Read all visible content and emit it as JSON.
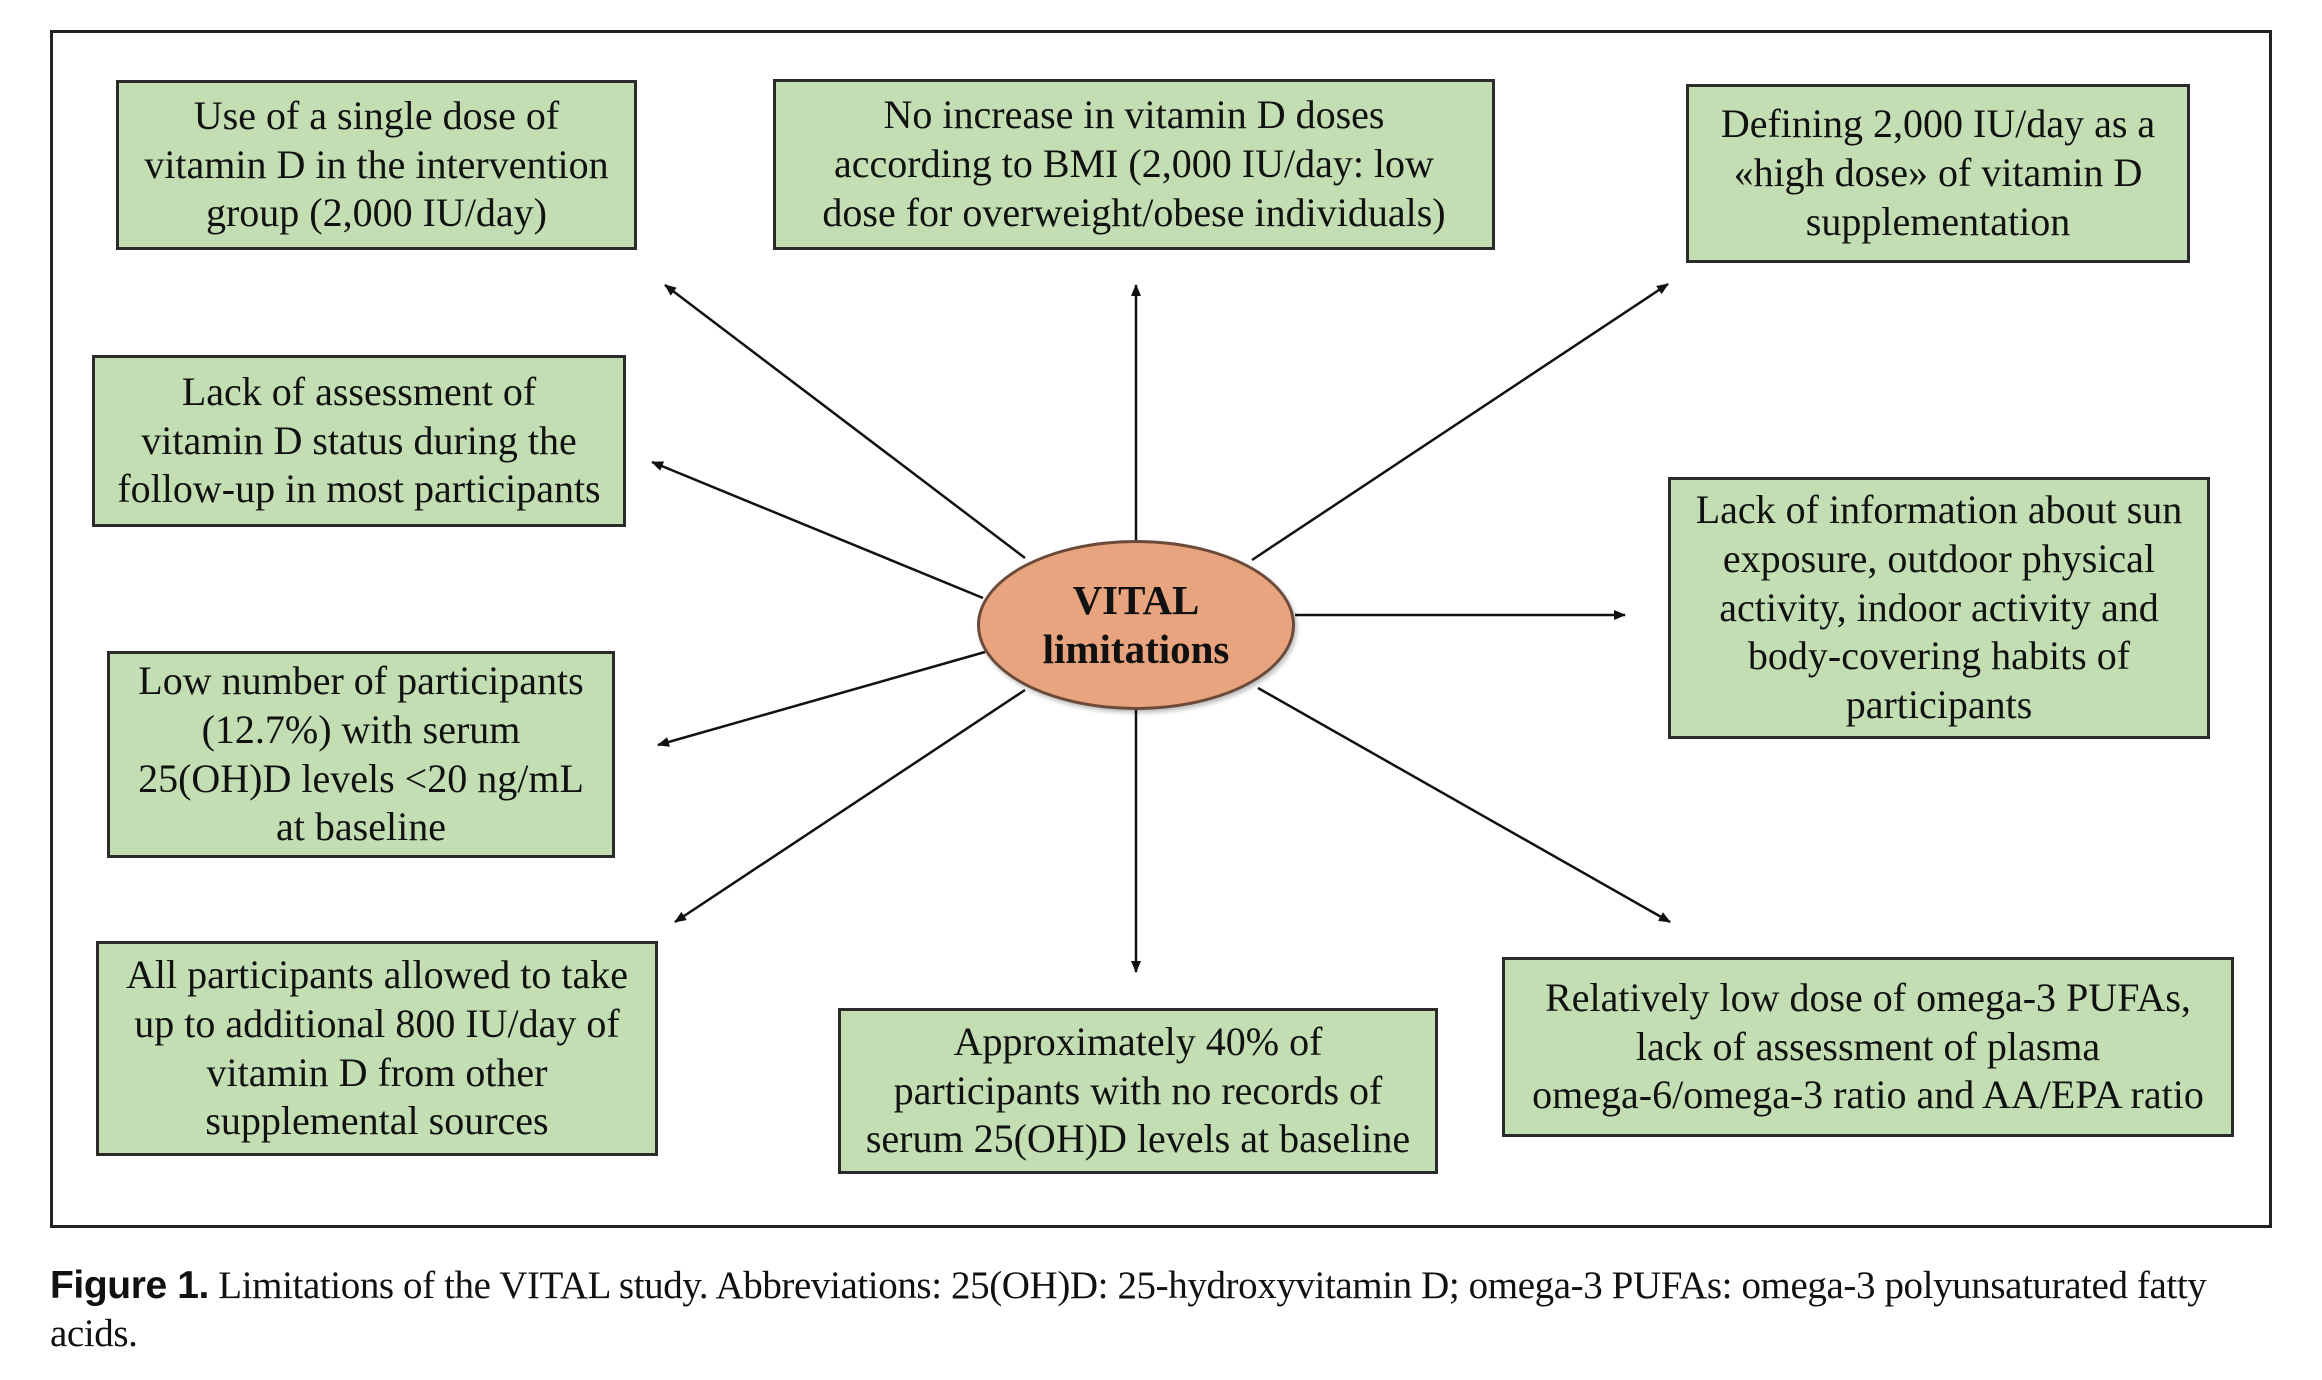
{
  "diagram": {
    "center": "VITAL\nlimitations",
    "boxes": {
      "top_left": "Use of a single dose of\nvitamin D in the intervention\ngroup (2,000 IU/day)",
      "top_center": "No increase in vitamin D doses\naccording to BMI (2,000 IU/day: low\ndose for overweight/obese individuals)",
      "top_right": "Defining 2,000 IU/day as a\n«high dose» of vitamin D\nsupplementation",
      "mid_left_upper": "Lack of assessment of\nvitamin D status during the\nfollow-up in most participants",
      "mid_right": "Lack of information about sun\nexposure, outdoor physical\nactivity, indoor activity and\nbody-covering habits of\nparticipants",
      "mid_left_lower": "Low number of participants\n(12.7%) with serum\n25(OH)D levels <20 ng/mL\nat baseline",
      "bottom_left": "All participants allowed to take\nup to additional 800 IU/day of\nvitamin D from other\nsupplemental sources",
      "bottom_center": "Approximately 40% of\nparticipants with no records of\nserum 25(OH)D levels at baseline",
      "bottom_right": "Relatively low dose of omega-3 PUFAs,\nlack of assessment of plasma\nomega-6/omega-3 ratio and AA/EPA ratio"
    }
  },
  "caption": {
    "label": "Figure 1.",
    "text": " Limitations of the VITAL study. Abbreviations: 25(OH)D: 25-hydroxyvitamin D; omega-3 PUFAs: omega-3 polyunsaturated fatty acids."
  },
  "colors": {
    "box_fill": "#c3deb3",
    "center_fill": "#e8a47e"
  }
}
